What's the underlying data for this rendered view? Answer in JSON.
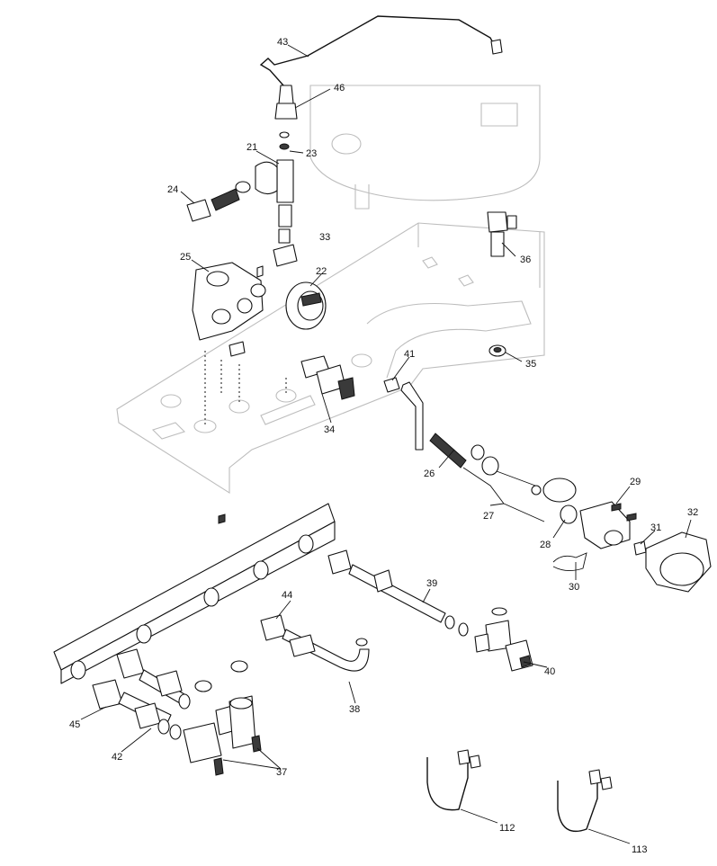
{
  "callouts": {
    "c21": "21",
    "c22": "22",
    "c23": "23",
    "c24": "24",
    "c25": "25",
    "c26": "26",
    "c27": "27",
    "c28": "28",
    "c29": "29",
    "c30": "30",
    "c31": "31",
    "c32": "32",
    "c33": "33",
    "c34": "34",
    "c35": "35",
    "c36": "36",
    "c37": "37",
    "c38": "38",
    "c39": "39",
    "c40": "40",
    "c41": "41",
    "c42": "42",
    "c43": "43",
    "c44": "44",
    "c45": "45",
    "c46": "46",
    "c112": "112",
    "c113": "113"
  }
}
